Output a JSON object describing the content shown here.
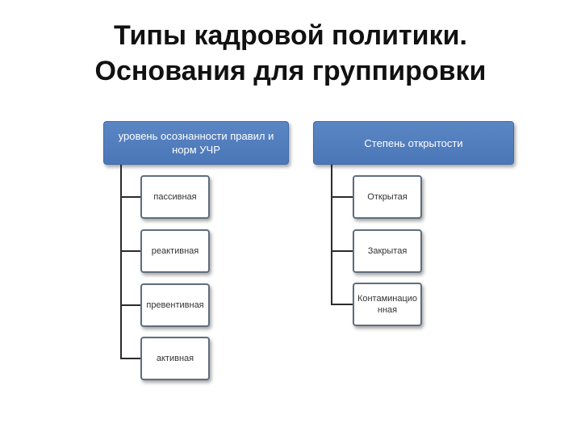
{
  "title": {
    "line1": "Типы кадровой политики.",
    "line2": "Основания для группировки"
  },
  "diagram": {
    "left": {
      "header": "уровень осознанности правил и норм УЧР",
      "items": [
        "пассивная",
        "реактивная",
        "превентивная",
        "активная"
      ]
    },
    "right": {
      "header": "Степень открытости",
      "items": [
        "Открытая",
        "Закрытая",
        "Контаминацио нная"
      ]
    }
  },
  "colors": {
    "header_fill": "#4f7dbd",
    "leaf_border": "#5f6e7e",
    "connector": "#2b2b2b"
  }
}
